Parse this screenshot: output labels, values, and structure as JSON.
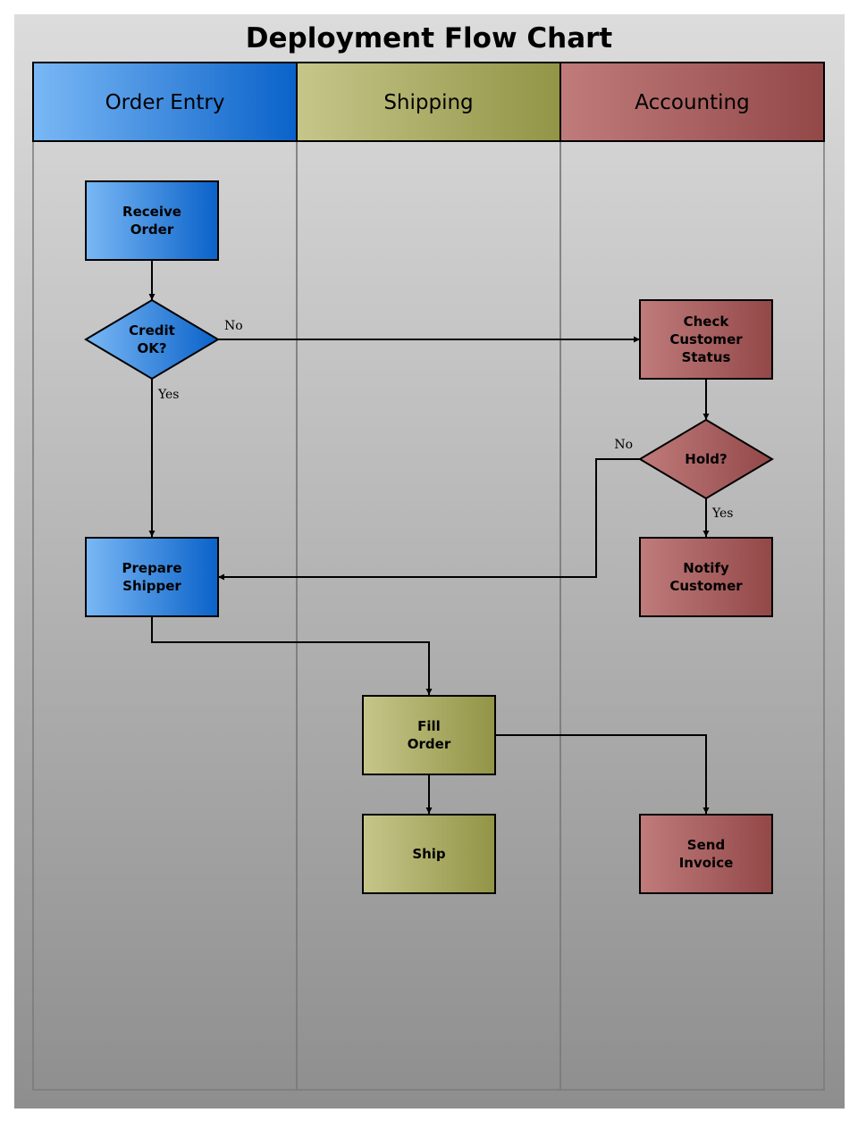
{
  "title": "Deployment Flow Chart",
  "colors": {
    "order_entry": [
      "#7ab8f5",
      "#0a62c9"
    ],
    "shipping": [
      "#c6c68a",
      "#929446"
    ],
    "accounting": [
      "#c07b7b",
      "#934848"
    ],
    "background_top": "#dcdcdc",
    "background_bottom": "#8e8e8e"
  },
  "lanes": [
    {
      "id": "order-entry",
      "label": "Order Entry"
    },
    {
      "id": "shipping",
      "label": "Shipping"
    },
    {
      "id": "accounting",
      "label": "Accounting"
    }
  ],
  "nodes": [
    {
      "id": "receive-order",
      "shape": "process",
      "lane": "order-entry",
      "lines": [
        "Receive",
        "Order"
      ]
    },
    {
      "id": "credit-ok",
      "shape": "decision",
      "lane": "order-entry",
      "lines": [
        "Credit",
        "OK?"
      ]
    },
    {
      "id": "check-customer-status",
      "shape": "process",
      "lane": "accounting",
      "lines": [
        "Check",
        "Customer",
        "Status"
      ]
    },
    {
      "id": "hold",
      "shape": "decision",
      "lane": "accounting",
      "lines": [
        "Hold?"
      ]
    },
    {
      "id": "notify-customer",
      "shape": "process",
      "lane": "accounting",
      "lines": [
        "Notify",
        "Customer"
      ]
    },
    {
      "id": "prepare-shipper",
      "shape": "process",
      "lane": "order-entry",
      "lines": [
        "Prepare",
        "Shipper"
      ]
    },
    {
      "id": "fill-order",
      "shape": "process",
      "lane": "shipping",
      "lines": [
        "Fill",
        "Order"
      ]
    },
    {
      "id": "ship",
      "shape": "process",
      "lane": "shipping",
      "lines": [
        "Ship"
      ]
    },
    {
      "id": "send-invoice",
      "shape": "process",
      "lane": "accounting",
      "lines": [
        "Send",
        "Invoice"
      ]
    }
  ],
  "edges": [
    {
      "id": "receive-to-credit",
      "from": "receive-order",
      "to": "credit-ok",
      "label": ""
    },
    {
      "id": "credit-to-check",
      "from": "credit-ok",
      "to": "check-customer-status",
      "label": "No"
    },
    {
      "id": "credit-to-prepare",
      "from": "credit-ok",
      "to": "prepare-shipper",
      "label": "Yes"
    },
    {
      "id": "check-to-hold",
      "from": "check-customer-status",
      "to": "hold",
      "label": ""
    },
    {
      "id": "hold-to-prepare",
      "from": "hold",
      "to": "prepare-shipper",
      "label": "No"
    },
    {
      "id": "hold-to-notify",
      "from": "hold",
      "to": "notify-customer",
      "label": "Yes"
    },
    {
      "id": "prepare-to-fill",
      "from": "prepare-shipper",
      "to": "fill-order",
      "label": ""
    },
    {
      "id": "fill-to-ship",
      "from": "fill-order",
      "to": "ship",
      "label": ""
    },
    {
      "id": "fill-to-invoice",
      "from": "fill-order",
      "to": "send-invoice",
      "label": ""
    }
  ]
}
